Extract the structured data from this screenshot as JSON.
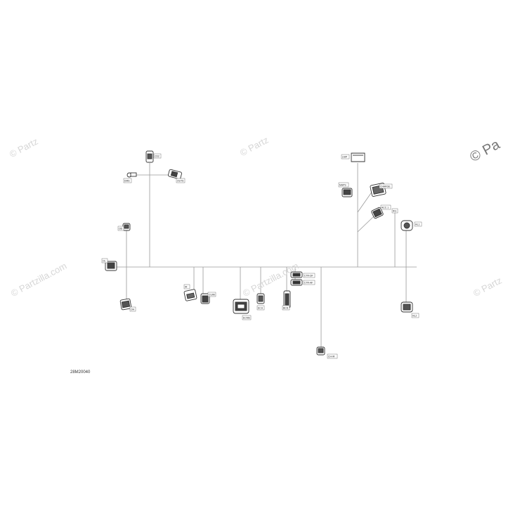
{
  "watermark": {
    "copyright": "©",
    "brand": "Partzilla.com",
    "short": "Partz",
    "short2": "Pa"
  },
  "diagram": {
    "part_number": "28M20040",
    "labels": {
      "top_branch": "CD2",
      "top_left": "DMS",
      "top_right": "OUTS",
      "left_upper": "OD",
      "left_mid": "OL",
      "left_lower": "OH",
      "center_a": "IR",
      "center_b": "CUIM",
      "center_c": "ECMS",
      "center_d": "ECU",
      "center_e": "BCD",
      "center_f": "CTR-DF",
      "center_g": "CTR-AF",
      "bottom": "CH-IR",
      "right_top": "LMP",
      "right_a": "MAPS",
      "right_b": "CHARGE",
      "right_c": "ACC 1",
      "right_d": "RG",
      "right_e": "HL1",
      "right_f": "HL2"
    }
  }
}
